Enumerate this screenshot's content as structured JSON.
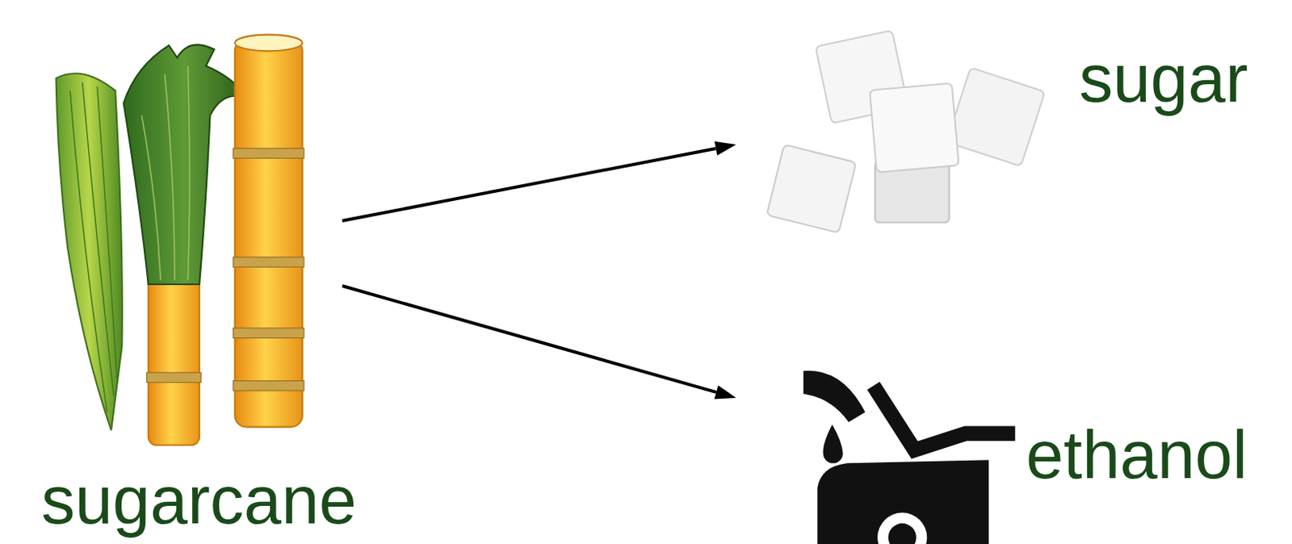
{
  "diagram": {
    "nodes": [
      {
        "text": [
          "sugarcane"
        ]
      },
      {
        "text": [
          "sugar"
        ]
      },
      {
        "text": [
          "ethanol"
        ]
      }
    ],
    "edges": [
      {
        "from": 0,
        "to": 1,
        "arrow": "to"
      },
      {
        "from": 0,
        "to": 2,
        "arrow": "to"
      }
    ]
  }
}
